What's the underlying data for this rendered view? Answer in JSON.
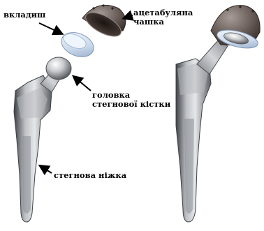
{
  "labels": {
    "liner": "вкладиш",
    "cup_line1": "ацетабуляна",
    "cup_line2": "чашка",
    "head_line1": "головка",
    "head_line2": "стегнової кістки",
    "stem": "стегнова ніжка"
  }
}
